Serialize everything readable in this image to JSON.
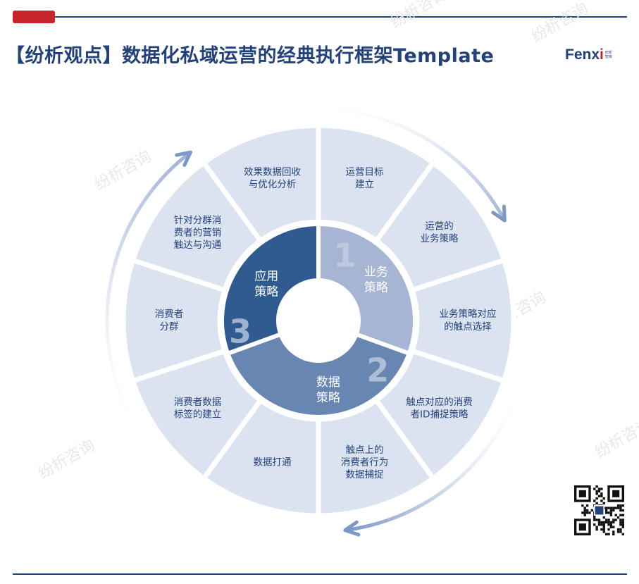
{
  "header": {
    "title": "【纷析观点】数据化私域运营的经典执行框架Template"
  },
  "logo": {
    "text_main": "Fenx",
    "text_i": "i",
    "text_sub": "纷析智库"
  },
  "watermark": "纷析咨询",
  "colors": {
    "outer": "#dce3f0",
    "ring1": "#a5b5d3",
    "ring2": "#6786b2",
    "ring3": "#2f5b91",
    "arrow": "#9fb2d8",
    "brand": "#23427a",
    "accent": "#c8242b"
  },
  "inner": [
    {
      "number": "1",
      "lines": [
        "业务",
        "策略"
      ]
    },
    {
      "number": "2",
      "lines": [
        "数据",
        "策略"
      ]
    },
    {
      "number": "3",
      "lines": [
        "应用",
        "策略"
      ]
    }
  ],
  "outer": [
    {
      "lines": [
        "运营目标",
        "建立"
      ]
    },
    {
      "lines": [
        "运营的",
        "业务策略"
      ]
    },
    {
      "lines": [
        "业务策略对应",
        "的触点选择"
      ]
    },
    {
      "lines": [
        "触点对应的消费",
        "者ID捕捉策略"
      ]
    },
    {
      "lines": [
        "触点上的",
        "消费者行为",
        "数据捕捉"
      ]
    },
    {
      "lines": [
        "数据打通"
      ]
    },
    {
      "lines": [
        "消费者数据",
        "标签的建立"
      ]
    },
    {
      "lines": [
        "消费者",
        "分群"
      ]
    },
    {
      "lines": [
        "针对分群消",
        "费者的营销",
        "触达与沟通"
      ]
    },
    {
      "lines": [
        "效果数据回收",
        "与优化分析"
      ]
    }
  ]
}
